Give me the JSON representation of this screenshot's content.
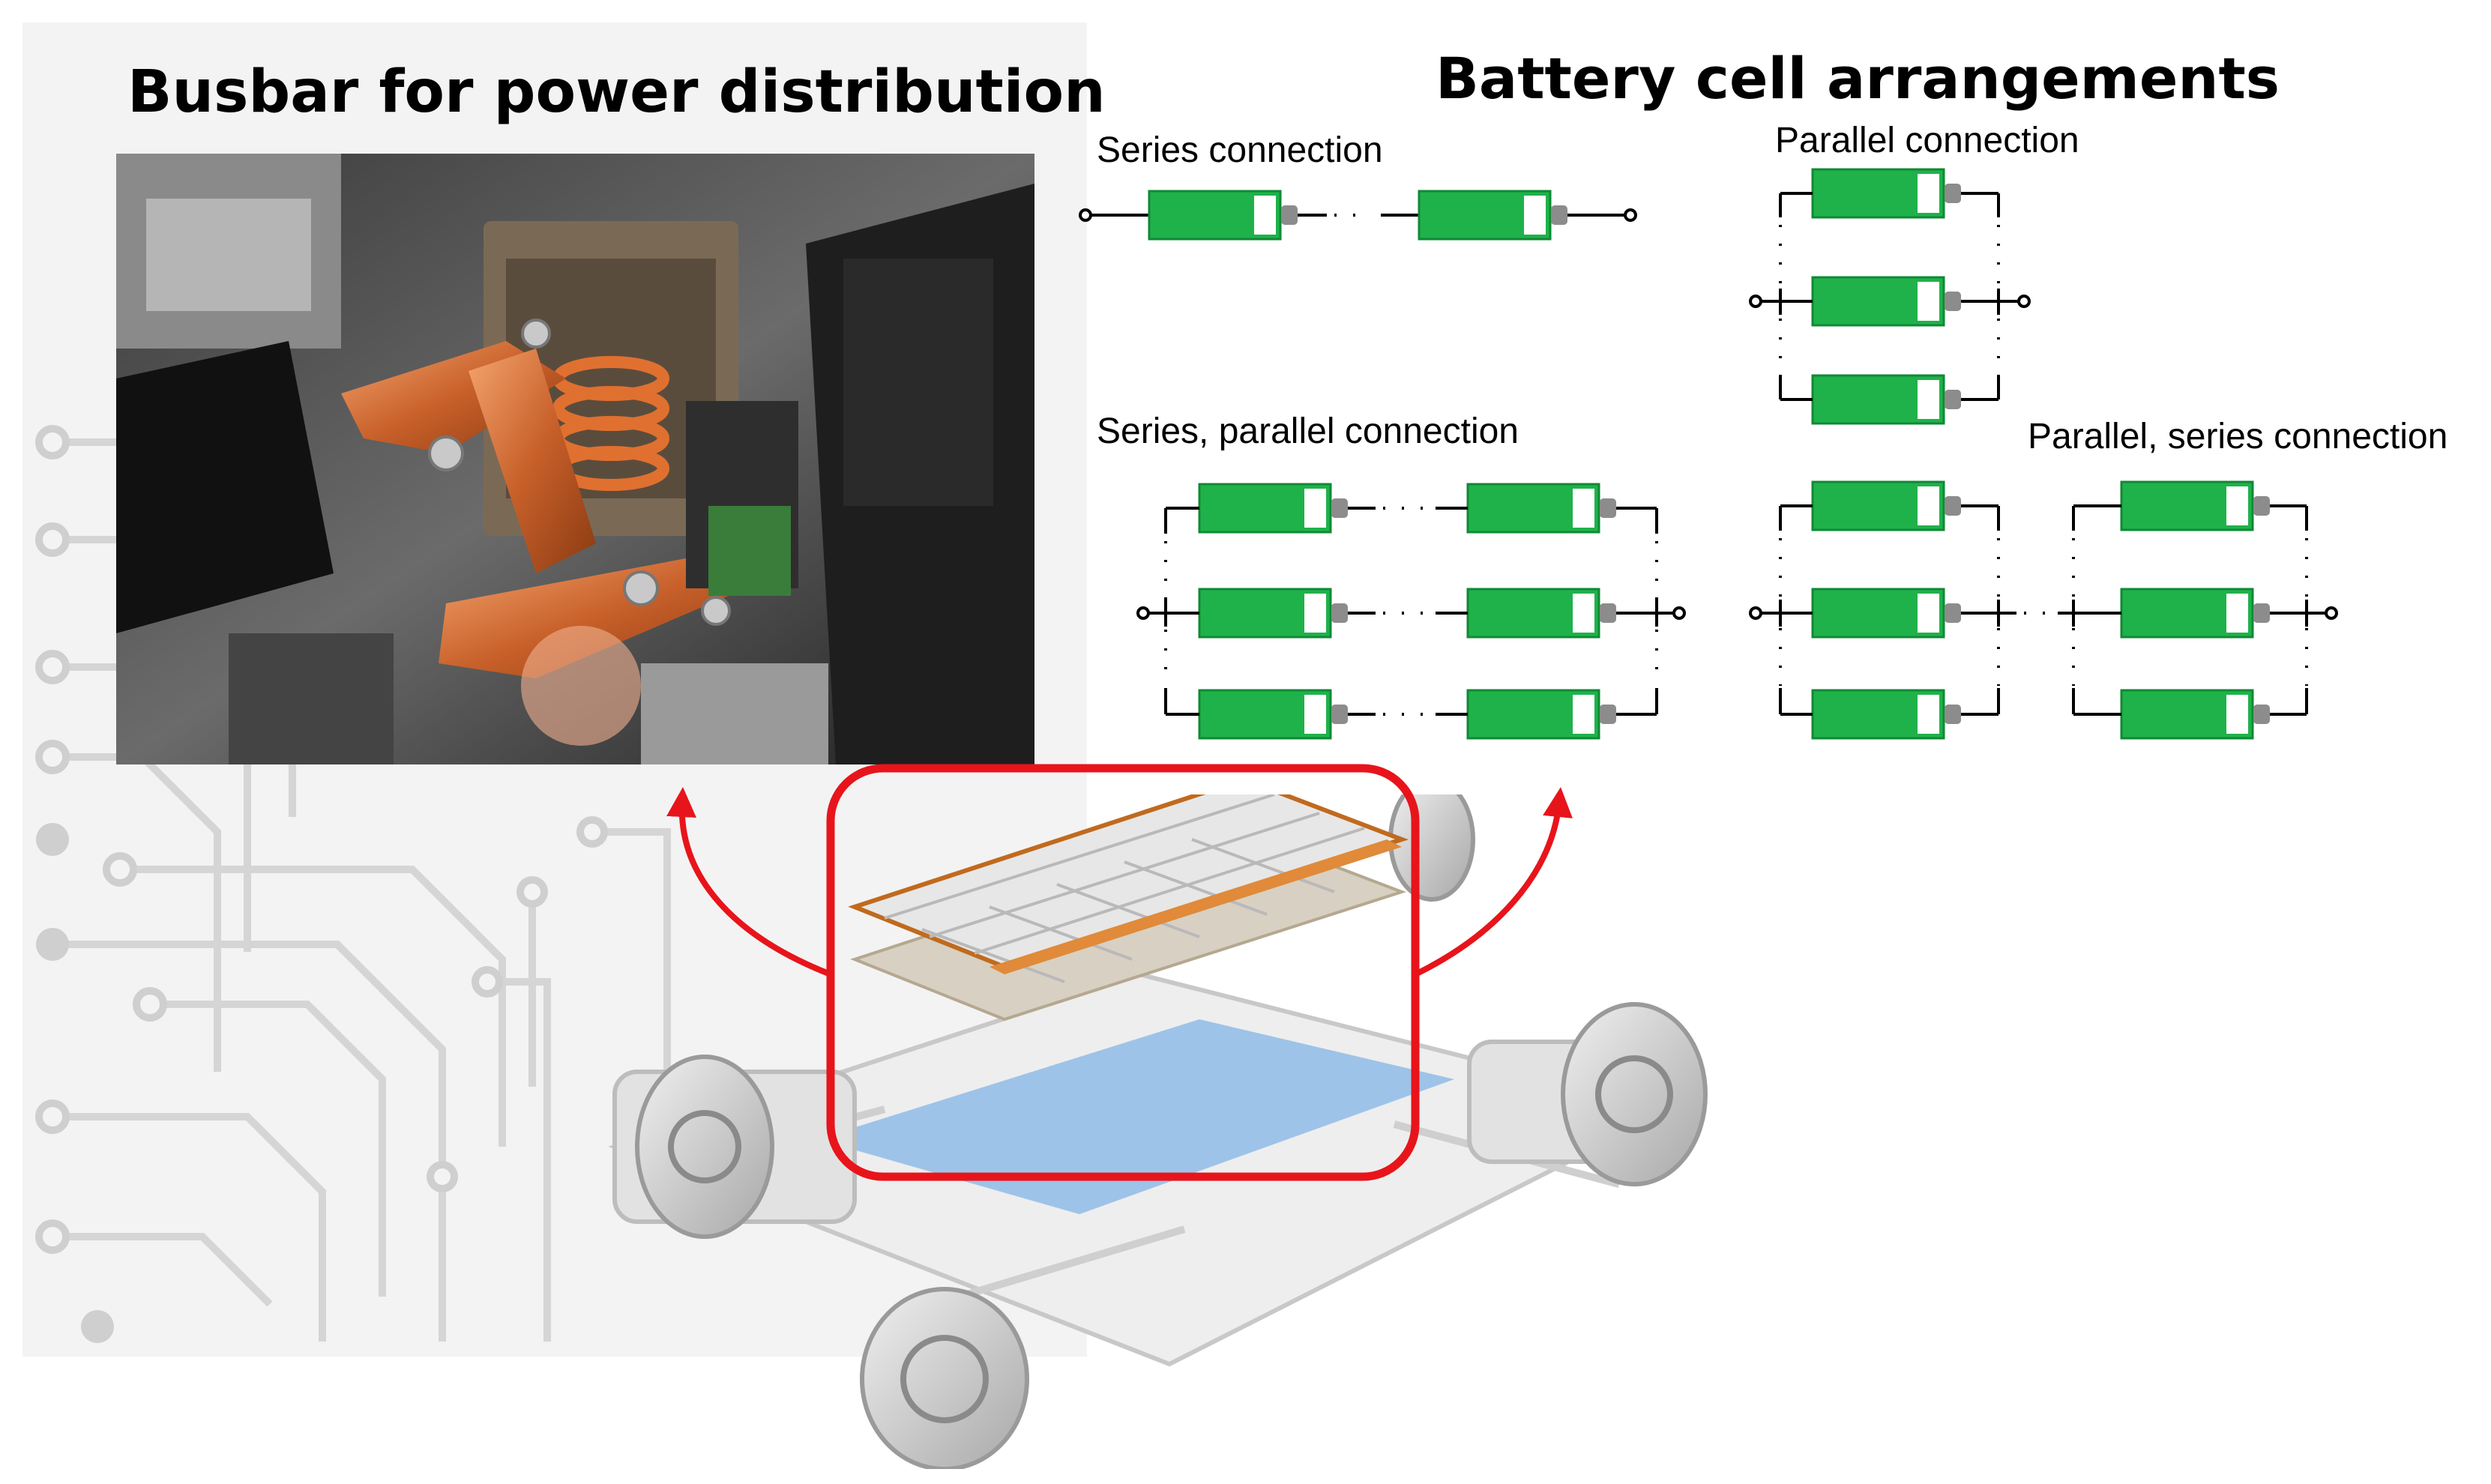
{
  "titles": {
    "busbar": "Busbar for power distribution",
    "arrangements": "Battery cell arrangements"
  },
  "diagrams": [
    {
      "key": "series",
      "label": "Series connection"
    },
    {
      "key": "parallel",
      "label": "Parallel connection"
    },
    {
      "key": "series_parallel",
      "label": "Series, parallel connection"
    },
    {
      "key": "parallel_series",
      "label": "Parallel, series connection"
    }
  ],
  "colors": {
    "cell_fill": "#1fb24a",
    "cell_border": "#0f8a34",
    "terminal": "#8c8c8c",
    "highlight": "#e8141b",
    "busbar_copper": "#c8602a",
    "circuit_trace": "#d9d9d9",
    "pack_blue": "#7fb0e0"
  },
  "icons": {
    "busbar_photo": "busbar-photo-icon",
    "ev_chassis": "ev-chassis-icon",
    "cell": "battery-cell-icon"
  }
}
